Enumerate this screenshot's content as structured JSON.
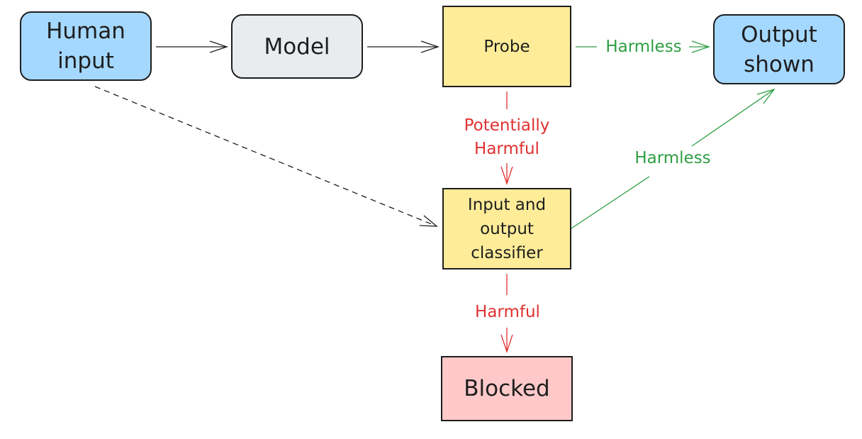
{
  "diagram": {
    "nodes": {
      "human_input": {
        "line1": "Human",
        "line2": "input",
        "color": "#a5d8ff"
      },
      "model": {
        "label": "Model",
        "color": "#e9ecef"
      },
      "probe": {
        "label": "Probe",
        "color": "#ffec99"
      },
      "output_shown": {
        "line1": "Output",
        "line2": "shown",
        "color": "#a5d8ff"
      },
      "classifier": {
        "line1": "Input and",
        "line2": "output",
        "line3": "classifier",
        "color": "#ffec99"
      },
      "blocked": {
        "label": "Blocked",
        "color": "#ffc9c9"
      }
    },
    "edges": {
      "probe_to_output": {
        "label": "Harmless",
        "color": "#2f9e44"
      },
      "probe_to_classifier": {
        "line1": "Potentially",
        "line2": "Harmful",
        "color": "#e03131"
      },
      "classifier_to_output": {
        "label": "Harmless",
        "color": "#2f9e44"
      },
      "classifier_to_blocked": {
        "label": "Harmful",
        "color": "#e03131"
      }
    }
  }
}
